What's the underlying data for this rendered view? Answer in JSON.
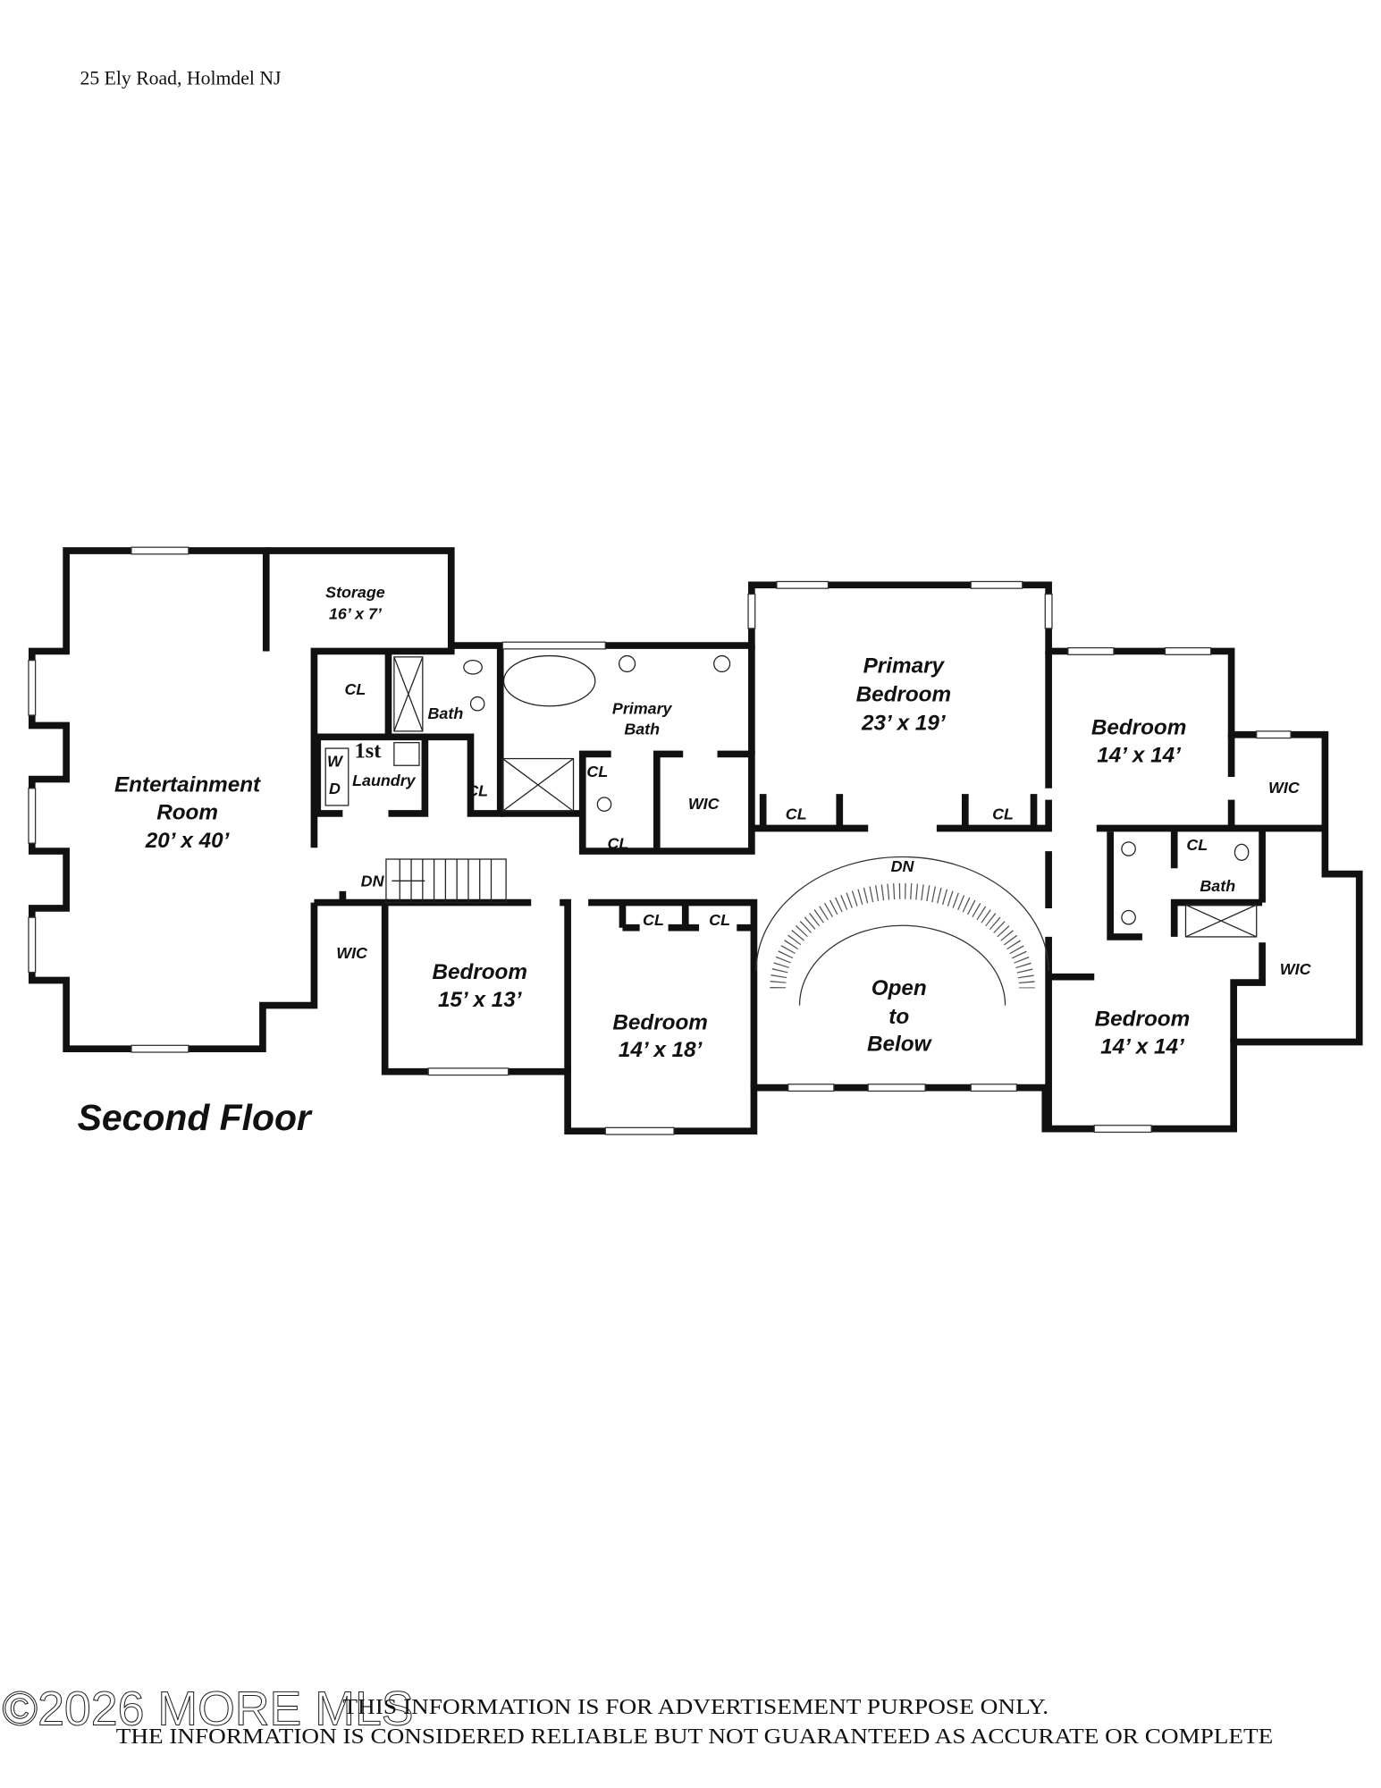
{
  "header": {
    "address": "25 Ely Road, Holmdel NJ"
  },
  "plan": {
    "floor_title": "Second Floor",
    "rooms": {
      "storage": {
        "name": "Storage",
        "size": "16’ x 7’"
      },
      "entertainment": {
        "name1": "Entertainment",
        "name2": "Room",
        "size": "20’ x 40’"
      },
      "cl_storage": "CL",
      "bath_hall": "Bath",
      "laundry": {
        "prefix": "1st",
        "name": "Laundry",
        "washer": "W",
        "dryer": "D"
      },
      "cl_laundry": "CL",
      "primary_bath": {
        "name1": "Primary",
        "name2": "Bath"
      },
      "cl_primary_bath": "CL",
      "wic_primary": "WIC",
      "cl_hall_1": "CL",
      "primary_bedroom": {
        "name1": "Primary",
        "name2": "Bedroom",
        "size": "23’ x 19’"
      },
      "cl_primary_left": "CL",
      "cl_primary_right": "CL",
      "bedroom_ne": {
        "name": "Bedroom",
        "size": "14’ x 14’"
      },
      "wic_ne": "WIC",
      "cl_east": "CL",
      "bath_east": "Bath",
      "dn_back": "DN",
      "dn_main": "DN",
      "wic_west": "WIC",
      "bedroom_15x13": {
        "name": "Bedroom",
        "size": "15’ x 13’"
      },
      "cl_bed_a": "CL",
      "cl_bed_b": "CL",
      "bedroom_14x18": {
        "name": "Bedroom",
        "size": "14’ x 18’"
      },
      "open_below": {
        "l1": "Open",
        "l2": "to",
        "l3": "Below"
      },
      "bedroom_se": {
        "name": "Bedroom",
        "size": "14’ x 14’"
      },
      "wic_se": "WIC"
    }
  },
  "footer": {
    "watermark": "©2026 MORE MLS",
    "line1": "THIS INFORMATION IS FOR ADVERTISEMENT PURPOSE ONLY.",
    "line2": "THE INFORMATION IS CONSIDERED RELIABLE BUT NOT GUARANTEED AS ACCURATE OR COMPLETE"
  }
}
